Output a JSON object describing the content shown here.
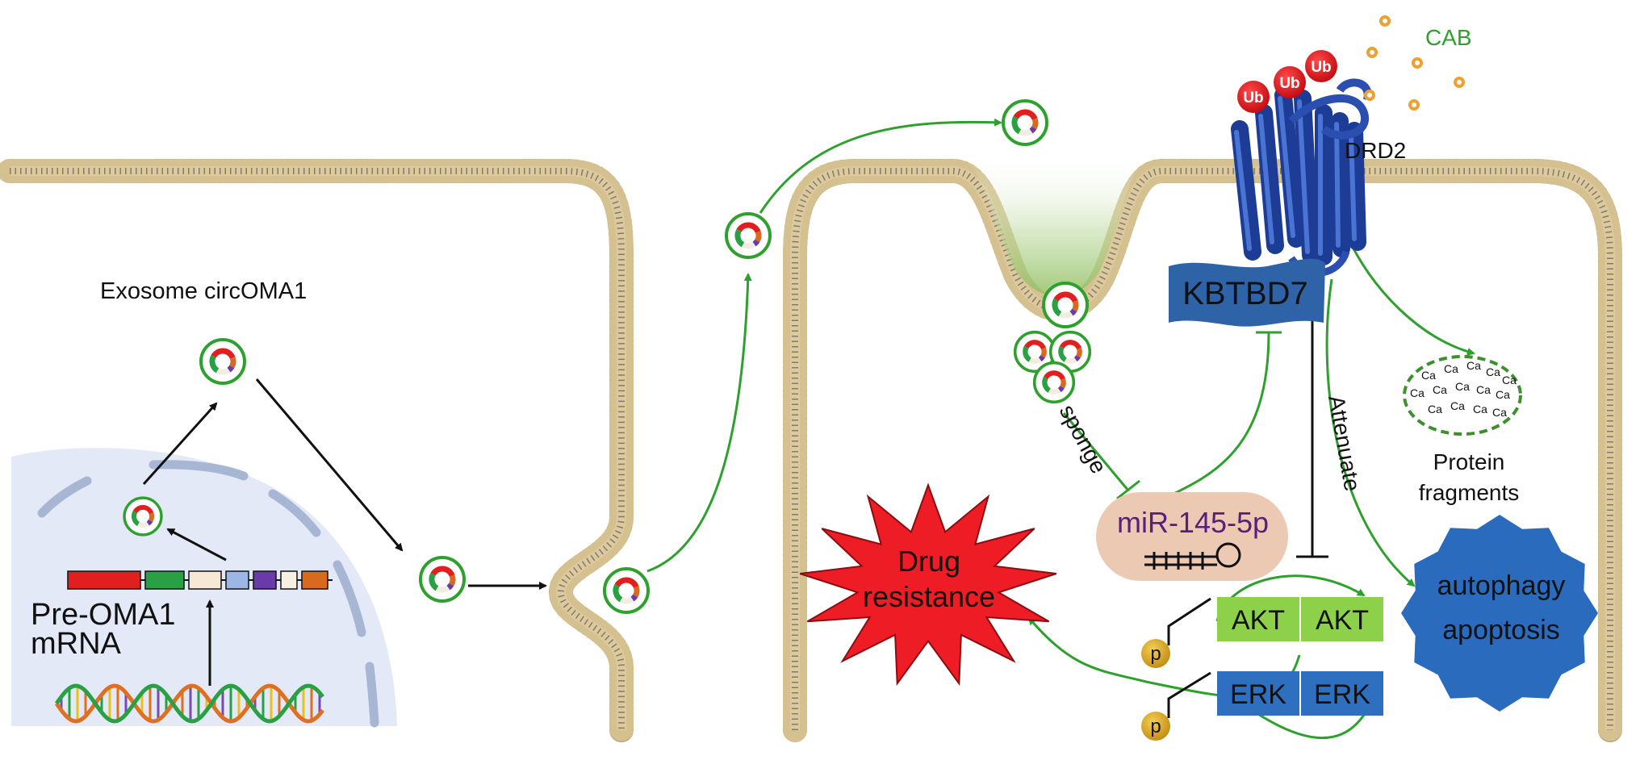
{
  "labels": {
    "exosome_circ": "Exosome circOMA1",
    "pre_mrna_line1": "Pre-OMA1",
    "pre_mrna_line2": "mRNA",
    "cab": "CAB",
    "drd2": "DRD2",
    "ub": "Ub",
    "kbtbd7": "KBTBD7",
    "sponge": "sponge",
    "attenuate": "Attenuate",
    "mir": "miR-145-5p",
    "protein_line1": "Protein",
    "protein_line2": "fragments",
    "ca": "Ca",
    "drug_line1": "Drug",
    "drug_line2": "resistance",
    "akt": "AKT",
    "erk": "ERK",
    "p": "p",
    "autophagy": "autophagy",
    "apoptosis": "apoptosis"
  },
  "colors": {
    "green_arrow": "#2ea02e",
    "black_arrow": "#111111",
    "membrane_head": "#d8c394",
    "nucleus_fill": "#e3e9f6",
    "nuclear_envelope": "#a7b6d2",
    "receptor_blue": "#2a4fb0",
    "kbtbd7_blue": "#2f63a8",
    "ub_red": "#e0141c",
    "cab_orange": "#f0a030",
    "akt_green": "#8dd14a",
    "erk_blue": "#2e6fc0",
    "p_gold": "#d9a41b",
    "mir_fill": "#ecc9b3",
    "mir_text": "#5a1f78",
    "drug_red": "#ee1c25",
    "octagon_blue": "#2a6bbd",
    "ca_dash": "#3f8f2e"
  },
  "mrna_exon_colors": [
    "#e21f1f",
    "#2aa045",
    "#f6e8d5",
    "#9cb8e2",
    "#6a3aa8",
    "#f6efe2",
    "#d86a1e"
  ],
  "circ_segment_colors": [
    "#2aa045",
    "#e21f1f",
    "#d86a1e",
    "#6a3aa8",
    "#f3ece0",
    "#e7ddd0"
  ],
  "icons": {
    "circrna": "circrna-exosome-icon",
    "dna": "dna-helix-icon",
    "hairpin": "mirna-hairpin-icon",
    "receptor": "gpcr-receptor-icon"
  }
}
